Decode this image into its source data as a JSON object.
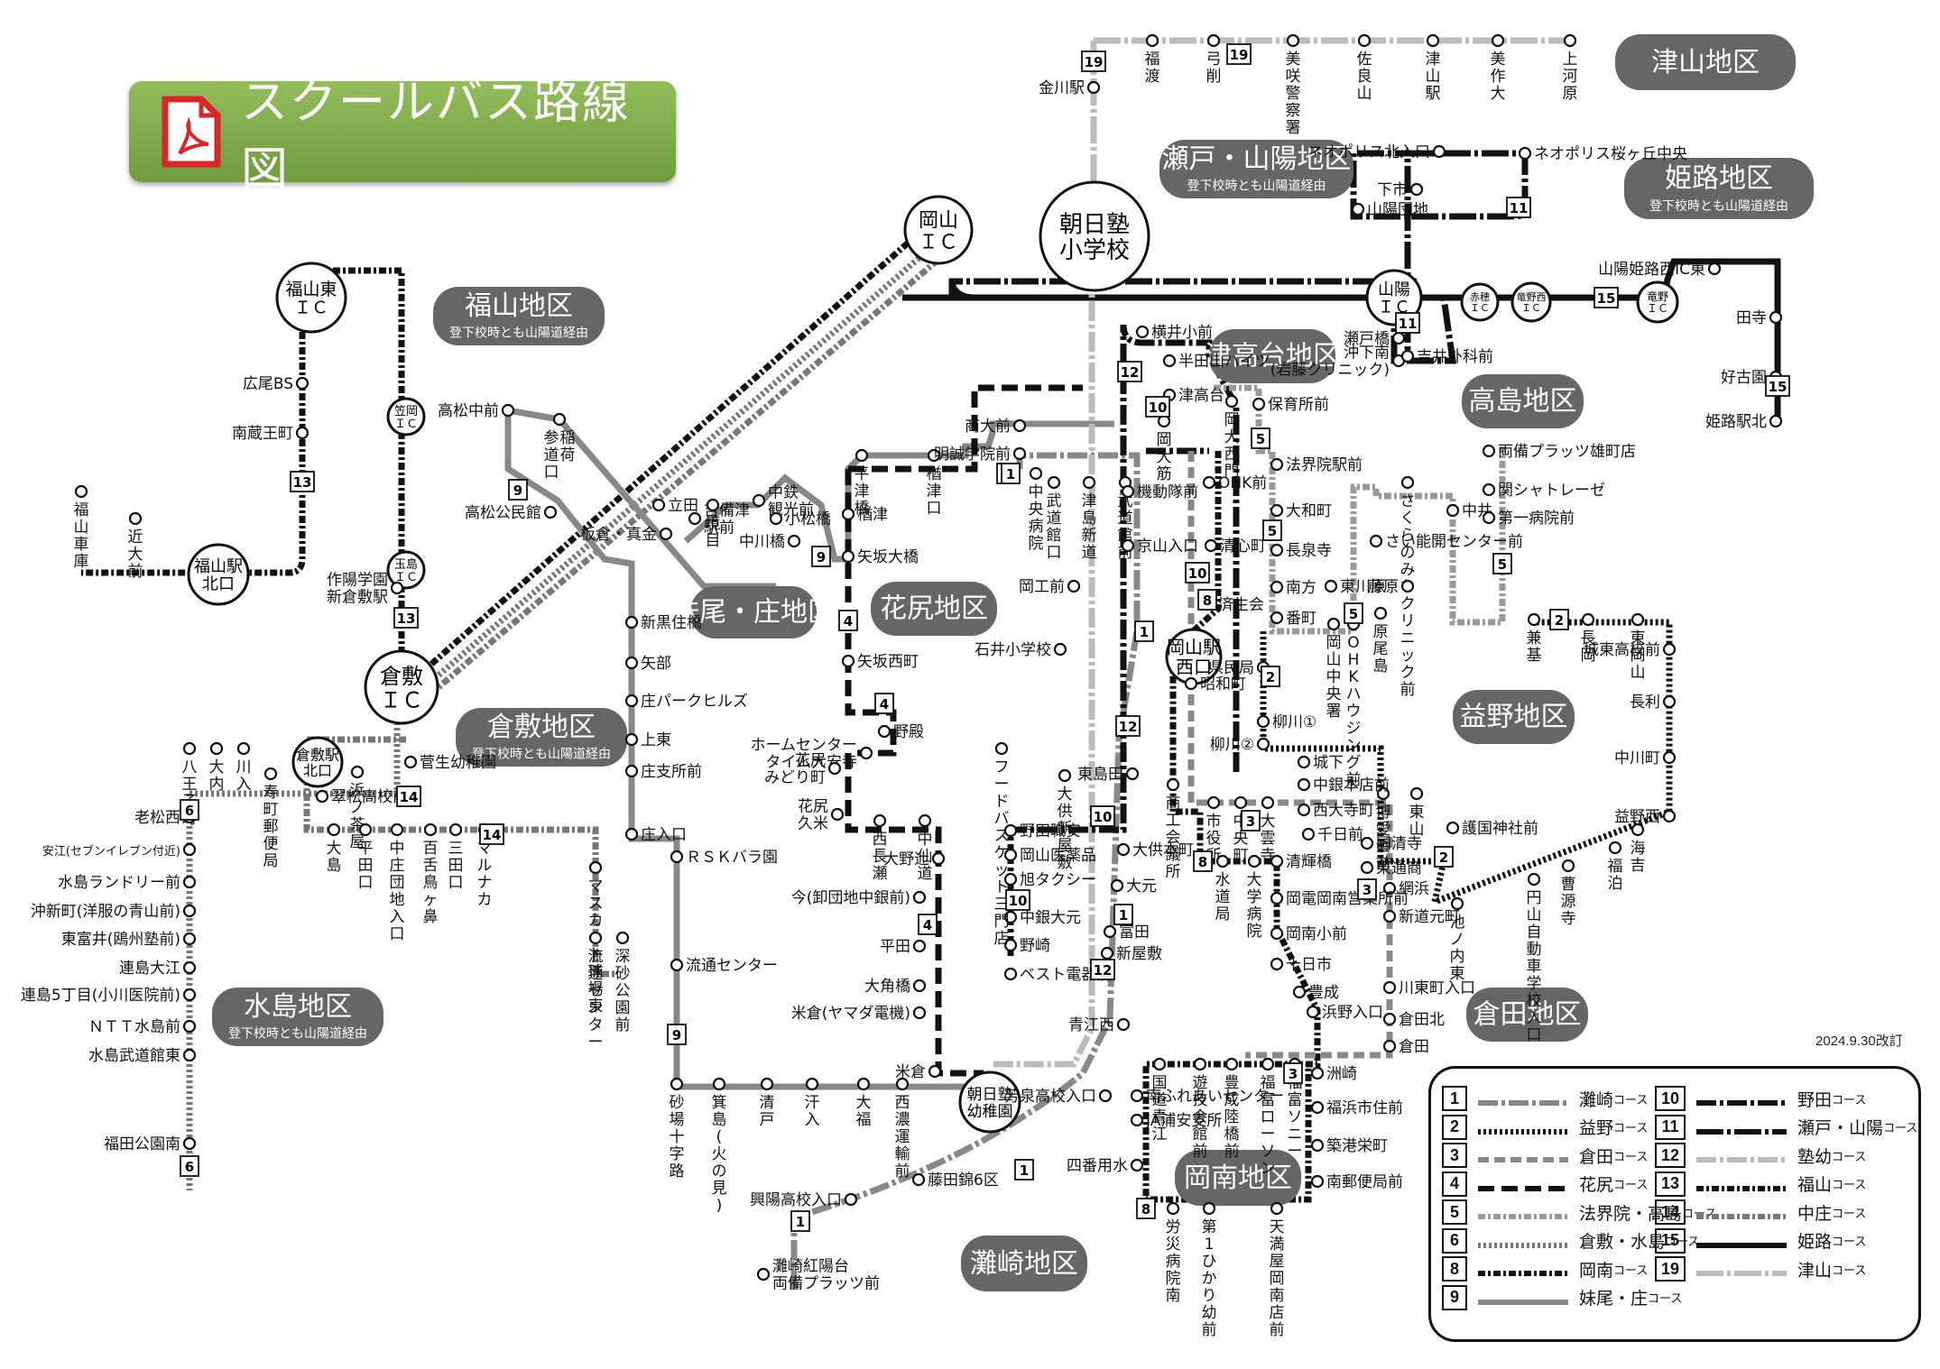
{
  "header": {
    "title": "スクールバス路線図",
    "icon": "pdf-icon"
  },
  "revision": "2024.9.30改訂",
  "hubs": {
    "school": "朝日塾\n小学校",
    "okayama_ic": "岡山\nＩＣ",
    "kindergarten": "朝日塾\n幼稚園",
    "okayama_west": "岡山駅\n西口",
    "kurashiki_ic": "倉敷\nＩＣ",
    "kurashiki_north": "倉敷駅\n北口",
    "fukuyama_east_ic": "福山東\nＩＣ",
    "fukuyama_north": "福山駅\n北口",
    "kasaoka_ic": "笠岡\nＩＣ",
    "tamashima_ic": "玉島\nＩＣ",
    "sanyo_ic": "山陽\nＩＣ",
    "ako_ic": "赤穂\nＩＣ",
    "tatsuno_west_ic": "竜野西\nＩＣ",
    "tatsuno_ic": "竜野\nＩＣ"
  },
  "districts": [
    {
      "name": "津山地区",
      "sub": ""
    },
    {
      "name": "瀬戸・山陽地区",
      "sub": "登下校時とも山陽道経由"
    },
    {
      "name": "姫路地区",
      "sub": "登下校時とも山陽道経由"
    },
    {
      "name": "福山地区",
      "sub": "登下校時とも山陽道経由"
    },
    {
      "name": "津高台地区",
      "sub": ""
    },
    {
      "name": "高島地区",
      "sub": ""
    },
    {
      "name": "妹尾・庄地区",
      "sub": ""
    },
    {
      "name": "花尻地区",
      "sub": ""
    },
    {
      "name": "倉敷地区",
      "sub": "登下校時とも山陽道経由"
    },
    {
      "name": "益野地区",
      "sub": ""
    },
    {
      "name": "水島地区",
      "sub": "登下校時とも山陽道経由"
    },
    {
      "name": "倉田地区",
      "sub": ""
    },
    {
      "name": "岡南地区",
      "sub": ""
    },
    {
      "name": "灘崎地区",
      "sub": ""
    }
  ],
  "stops": {
    "tsuyama": [
      "金川駅",
      "福渡",
      "弓削",
      "美咲警察署",
      "佐良山",
      "津山駅",
      "美作大",
      "上河原"
    ],
    "seto_sanyo": [
      "ネオポリス北入口",
      "下市",
      "ネオポリス桜ヶ丘中央",
      "山陽団地",
      "瀬戸橋",
      "沖下南\n(岩藤クリニック)",
      "吉井外科前"
    ],
    "himeji": [
      "山陽姫路西IC東",
      "田寺",
      "好古園",
      "姫路駅北"
    ],
    "fukuyama": [
      "広尾BS",
      "南蔵王町",
      "福山車庫",
      "近大前",
      "作陽学園\n新倉敷駅"
    ],
    "seno_sho": [
      "高松中前",
      "稲荷\n参道口",
      "高松公民館",
      "立田",
      "板倉・真金",
      "吉備津\n駅前",
      "境目",
      "中鉄\n観光前",
      "小松橋",
      "中川橋",
      "新黒住橋",
      "矢部",
      "庄パークヒルズ",
      "上東",
      "庄支所前",
      "庄入口",
      "ＲＳＫバラ園",
      "流通センター",
      "砂場十字路",
      "箕島(火の見)",
      "清戸",
      "汗入",
      "大福",
      "西濃運輸前"
    ],
    "hanajiri": [
      "平津橋",
      "楢津口",
      "楢津",
      "矢坂大橋",
      "矢坂西町",
      "野殿",
      "ホームセンター\nタイム大安寺",
      "花尻\nみどり町",
      "花尻\n久米",
      "西長瀬",
      "中仙道",
      "大野辻",
      "今(卸団地中銀前)",
      "平田",
      "大角橋",
      "米倉(ヤマダ電機)",
      "米倉"
    ],
    "tsudaka": [
      "横井小前",
      "半田山ハイツ",
      "津高台",
      "岡大筋",
      "商大前",
      "明誠学院前",
      "武道館口",
      "津島新道",
      "武道館前",
      "中央病院",
      "機動隊前",
      "京山入口",
      "岡工前",
      "石井小学校"
    ],
    "houkaiin_takashima": [
      "岡大西門",
      "保育所前",
      "法界院駅前",
      "大和町",
      "長泉寺",
      "南方",
      "番町",
      "OHK前",
      "清心町",
      "済生会",
      "岡山中央署",
      "OHKハウジング前",
      "東川原",
      "さい能開センター前",
      "さくらのみちクリニック前",
      "中井",
      "藤原",
      "原尾島",
      "両備プラッツ雄町店",
      "関シャトレーゼ",
      "第一病院前"
    ],
    "masuno": [
      "兼基",
      "長岡",
      "東岡山",
      "城東高校前",
      "長利",
      "中川町",
      "益野西",
      "海吉",
      "福泊",
      "曹源寺",
      "円山自動車学校入口",
      "池ノ内東",
      "護国神社前",
      "博愛会前",
      "東山",
      "城下",
      "中銀本店前",
      "西大寺町",
      "柳川①",
      "柳川②",
      "県民局",
      "昭和町"
    ],
    "kurata": [
      "商工会議所",
      "市役所",
      "中央町",
      "大雲寺",
      "千日前",
      "国清寺",
      "東通商",
      "網浜",
      "新道元町",
      "川東町入口",
      "倉田北",
      "倉田",
      "洲崎",
      "国道青江",
      "遊技会館前",
      "豊成陸橋前",
      "福富ローソン",
      "福富ソニー"
    ],
    "noda": [
      "大供新屋敷",
      "東島田",
      "野田職安",
      "岡山医薬品",
      "旭タクシー",
      "中銀大元",
      "野崎",
      "ベスト電器前",
      "フードバスケット三門店"
    ],
    "konan": [
      "水道局",
      "大学病院",
      "清輝橋",
      "岡電岡南営業所前",
      "岡南小前",
      "十日市",
      "豊成",
      "浜野入口",
      "福浜市住前",
      "築港栄町",
      "南郵便局前",
      "天満屋岡南店前",
      "第1ひかり幼前",
      "労災病院南",
      "四番用水",
      "JA浦安支所",
      "南ふれあいセンター"
    ],
    "nadasaki": [
      "大供本町",
      "大元",
      "富田",
      "新屋敷",
      "青江西",
      "芳泉高校入口",
      "藤田錦6区",
      "興陽高校入口",
      "灘崎紅陽台\n両備プラッツ前"
    ],
    "kurashiki_mizushima": [
      "八王子町",
      "大内",
      "川入",
      "寿町郵便局",
      "浜ノ茶屋",
      "菅生幼稚園",
      "老松西",
      "安江(セブンイレブン付近)",
      "水島ランドリー前",
      "沖新町(洋服の青山前)",
      "東富井(鴎州塾前)",
      "連島大江",
      "連島5丁目(小川医院前)",
      "ＮＴＴ水島前",
      "水島武道館東",
      "福田公園南"
    ],
    "nakasho": [
      "翠松高校前",
      "大島",
      "平田口",
      "中庄団地入口",
      "百舌鳥ヶ鼻",
      "三田口",
      "マルナカ",
      "マスカット球場東",
      "流通センター",
      "深砂公園前"
    ]
  },
  "legend": {
    "suffix": "コース",
    "items": [
      {
        "num": "1",
        "name": "灘崎",
        "color": "#888888",
        "style": "dash-dot"
      },
      {
        "num": "2",
        "name": "益野",
        "color": "#111111",
        "style": "ticks"
      },
      {
        "num": "3",
        "name": "倉田",
        "color": "#888888",
        "style": "dashed"
      },
      {
        "num": "4",
        "name": "花尻",
        "color": "#111111",
        "style": "long-dash"
      },
      {
        "num": "5",
        "name": "法界院・高島",
        "color": "#999999",
        "style": "dash-dot-fine"
      },
      {
        "num": "6",
        "name": "倉敷・水島",
        "color": "#777777",
        "style": "ticks"
      },
      {
        "num": "8",
        "name": "岡南",
        "color": "#111111",
        "style": "dash-dot-fine"
      },
      {
        "num": "9",
        "name": "妹尾・庄",
        "color": "#888888",
        "style": "solid"
      },
      {
        "num": "10",
        "name": "野田",
        "color": "#111111",
        "style": "dash-dot"
      },
      {
        "num": "11",
        "name": "瀬戸・山陽",
        "color": "#111111",
        "style": "dash-dot-long"
      },
      {
        "num": "12",
        "name": "塾幼",
        "color": "#bbbbbb",
        "style": "dash-dot"
      },
      {
        "num": "13",
        "name": "福山",
        "color": "#111111",
        "style": "dash-dot-fine"
      },
      {
        "num": "14",
        "name": "中庄",
        "color": "#777777",
        "style": "dash-dot-fine"
      },
      {
        "num": "15",
        "name": "姫路",
        "color": "#111111",
        "style": "solid"
      },
      {
        "num": "19",
        "name": "津山",
        "color": "#bbbbbb",
        "style": "dash-dot-long"
      }
    ]
  },
  "colors": {
    "title_green": "#7aa545",
    "district_fill": "#666666",
    "pdf_red": "#d9262b"
  }
}
